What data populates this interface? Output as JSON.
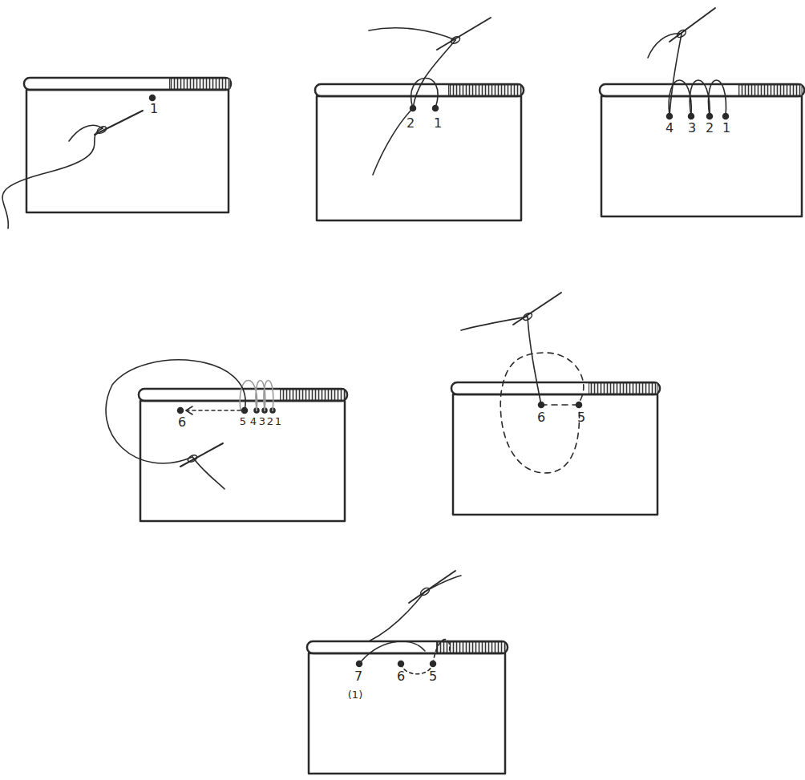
{
  "diagram": {
    "labels": [
      "1",
      "2",
      "1",
      "4",
      "3",
      "2",
      "1",
      "6",
      "5",
      "4",
      "3",
      "2",
      "1",
      "6",
      "5",
      "7",
      "(1)",
      "6",
      "5"
    ]
  }
}
